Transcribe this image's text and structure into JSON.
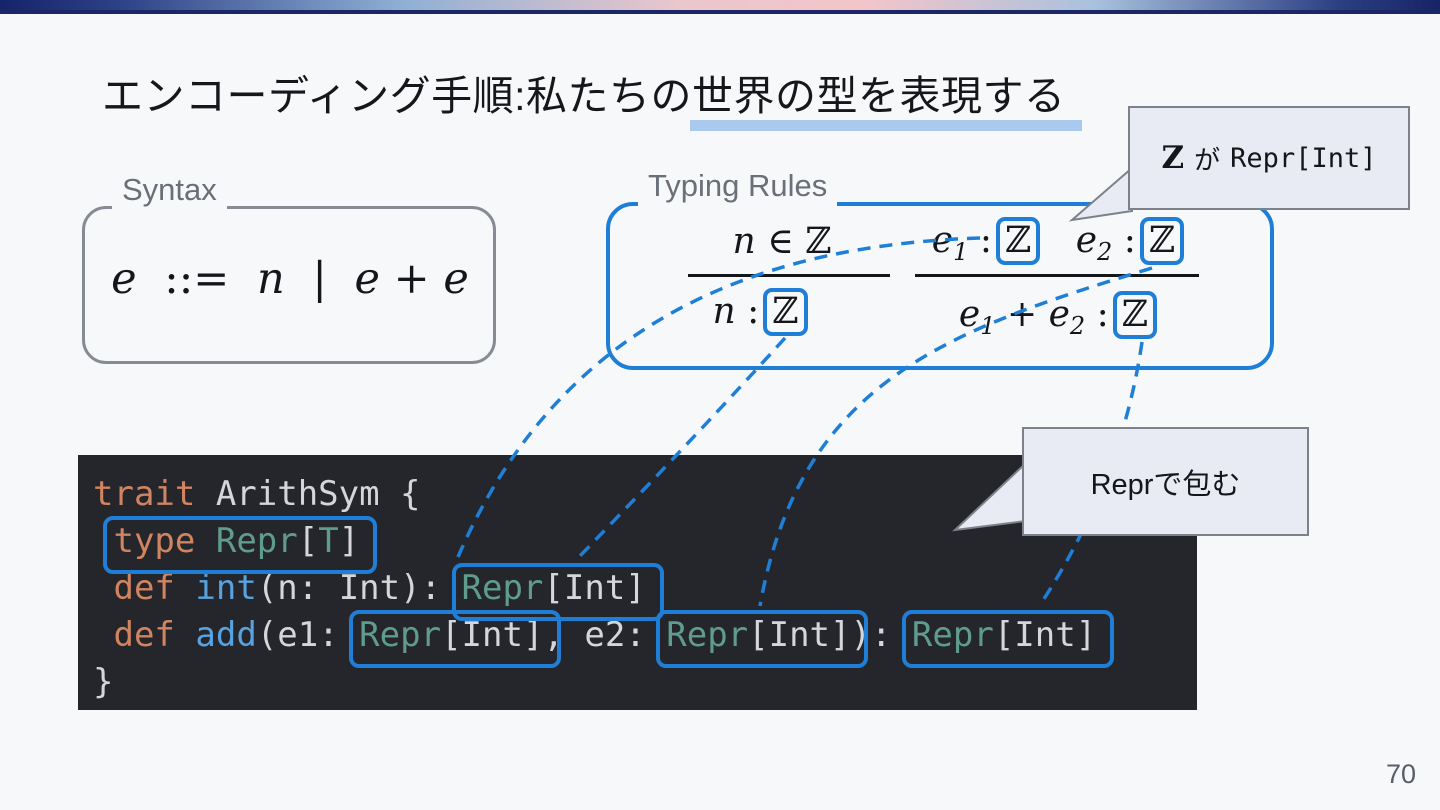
{
  "title": {
    "text": "エンコーディング手順:私たちの世界の型を表現する"
  },
  "page_number": "70",
  "syntax_panel": {
    "label": "Syntax",
    "formula": {
      "lhs": "e",
      "defines": "::=",
      "alt_num": "n",
      "bar": "|",
      "add_l": "e",
      "plus": "+",
      "add_r": "e"
    }
  },
  "typing_panel": {
    "label": "Typing Rules",
    "rule_int": {
      "premise_var": "n",
      "premise_rel": "∈",
      "premise_set": "ℤ",
      "concl_var": "n",
      "concl_colon": ":",
      "concl_type": "ℤ"
    },
    "rule_add": {
      "p1_var": "e",
      "p1_sub": "1",
      "p1_colon": ":",
      "p1_type": "ℤ",
      "p2_var": "e",
      "p2_sub": "2",
      "p2_colon": ":",
      "p2_type": "ℤ",
      "c_var1": "e",
      "c_sub1": "1",
      "c_plus": "+",
      "c_var2": "e",
      "c_sub2": "2",
      "c_colon": ":",
      "c_type": "ℤ"
    }
  },
  "callouts": {
    "z_repr": {
      "symbol": "Z",
      "particle": "が",
      "code": "Repr[Int]"
    },
    "wrap": {
      "text": "Reprで包む"
    }
  },
  "code": {
    "l1_kw": "trait",
    "l1_rest": " ArithSym {",
    "l2_indent": " ",
    "l2_kw": "type",
    "l2_sp": " ",
    "l2_type": "Repr",
    "l2_ob": "[",
    "l2_tp": "T",
    "l2_cb": "]",
    "l3_indent": " ",
    "l3_kw": "def",
    "l3_sp": " ",
    "l3_fn": "int",
    "l3_params": "(n: Int): ",
    "l3_type": "Repr",
    "l3_brackets": "[Int]",
    "l4_indent": " ",
    "l4_kw": "def",
    "l4_sp": " ",
    "l4_fn": "add",
    "l4_p1": "(e1: ",
    "l4_t1": "Repr",
    "l4_b1": "[Int]",
    "l4_p2": ", e2: ",
    "l4_t2": "Repr",
    "l4_b2": "[Int]",
    "l4_p3": "): ",
    "l4_t3": "Repr",
    "l4_b3": "[Int]",
    "l5": "}"
  },
  "colors": {
    "accent_blue": "#1f7fd6",
    "slide_bg": "#f7f8fa",
    "code_bg": "#24262b",
    "keyword_orange": "#d0845f",
    "type_teal": "#5f9c8e",
    "method_blue": "#58a2e0",
    "code_text": "#d4d6d9",
    "title_underline": "#a9c9ee",
    "callout_bg": "#e9ebf4",
    "panel_border_gray": "#868b94",
    "label_gray": "#6a6f78"
  }
}
